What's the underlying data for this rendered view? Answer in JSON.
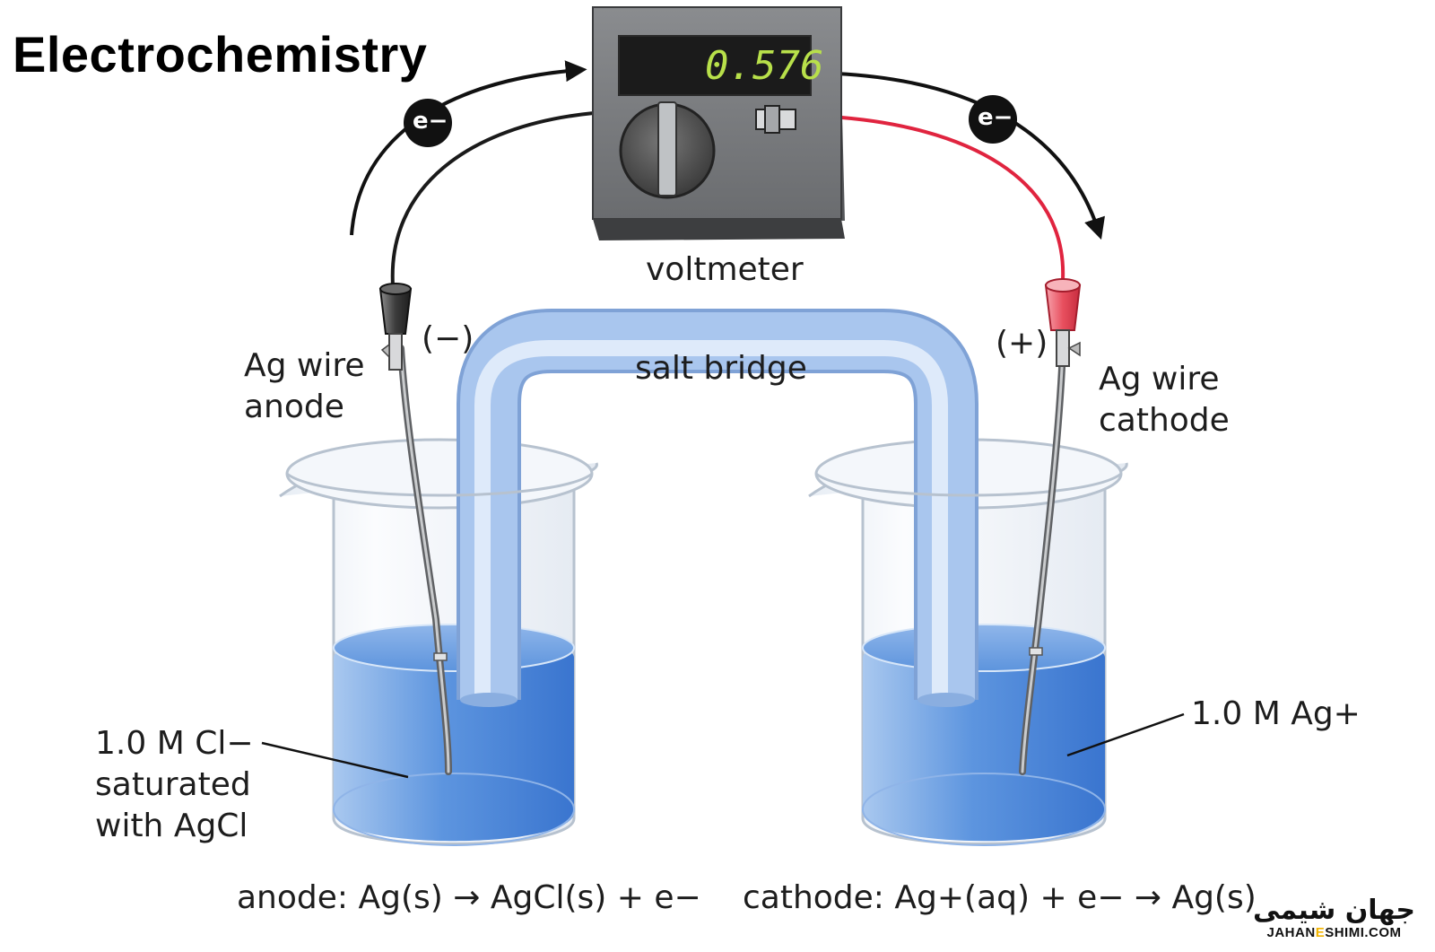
{
  "title": "Electrochemistry",
  "voltmeter": {
    "label": "voltmeter",
    "reading": "0.576"
  },
  "electron_symbol": "e−",
  "salt_bridge": "salt bridge",
  "anode": {
    "polarity": "(−)",
    "label_line1": "Ag wire",
    "label_line2": "anode",
    "solution_line1": "1.0 M Cl−",
    "solution_line2": "saturated",
    "solution_line3": "with AgCl",
    "reaction": "anode: Ag(s) → AgCl(s) + e−"
  },
  "cathode": {
    "polarity": "(+)",
    "label_line1": "Ag wire",
    "label_line2": "cathode",
    "solution": "1.0 M Ag+",
    "reaction": "cathode: Ag+(aq) + e− → Ag(s)"
  },
  "logo": {
    "fa": "جهان شیمی",
    "en_prefix": "JAHAN",
    "en_mark": "E",
    "en_suffix": "SHIMI.COM"
  },
  "colors": {
    "solution": "#3f7fd6",
    "salt_bridge": "#9ec1ec",
    "negative_lead": "#1a1a1a",
    "positive_lead": "#e0243f",
    "display_text": "#b8e04a"
  }
}
